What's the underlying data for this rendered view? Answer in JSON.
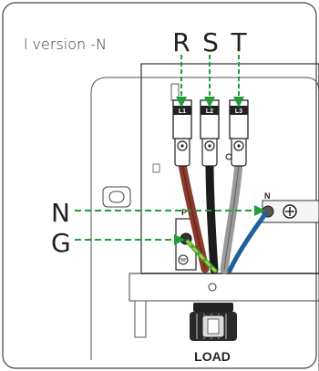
{
  "title": "l version -N",
  "phase_labels": [
    "R",
    "S",
    "T"
  ],
  "terminal_labels": [
    "L1",
    "L2",
    "L3"
  ],
  "neutral_label": "N",
  "ground_label": "G",
  "neutral_terminal_label": "N",
  "pe_terminal_label": "P",
  "gland_label": "LOAD",
  "colors": {
    "arrow": "#1f9e3a",
    "wire_brown": "#8b3a2e",
    "wire_black": "#1c1c1c",
    "wire_grey": "#9a9a9a",
    "wire_blue": "#1f5f9a",
    "wire_green": "#3cab3c",
    "wire_yellow": "#d8cf2a",
    "outline": "#3a3a3a"
  }
}
